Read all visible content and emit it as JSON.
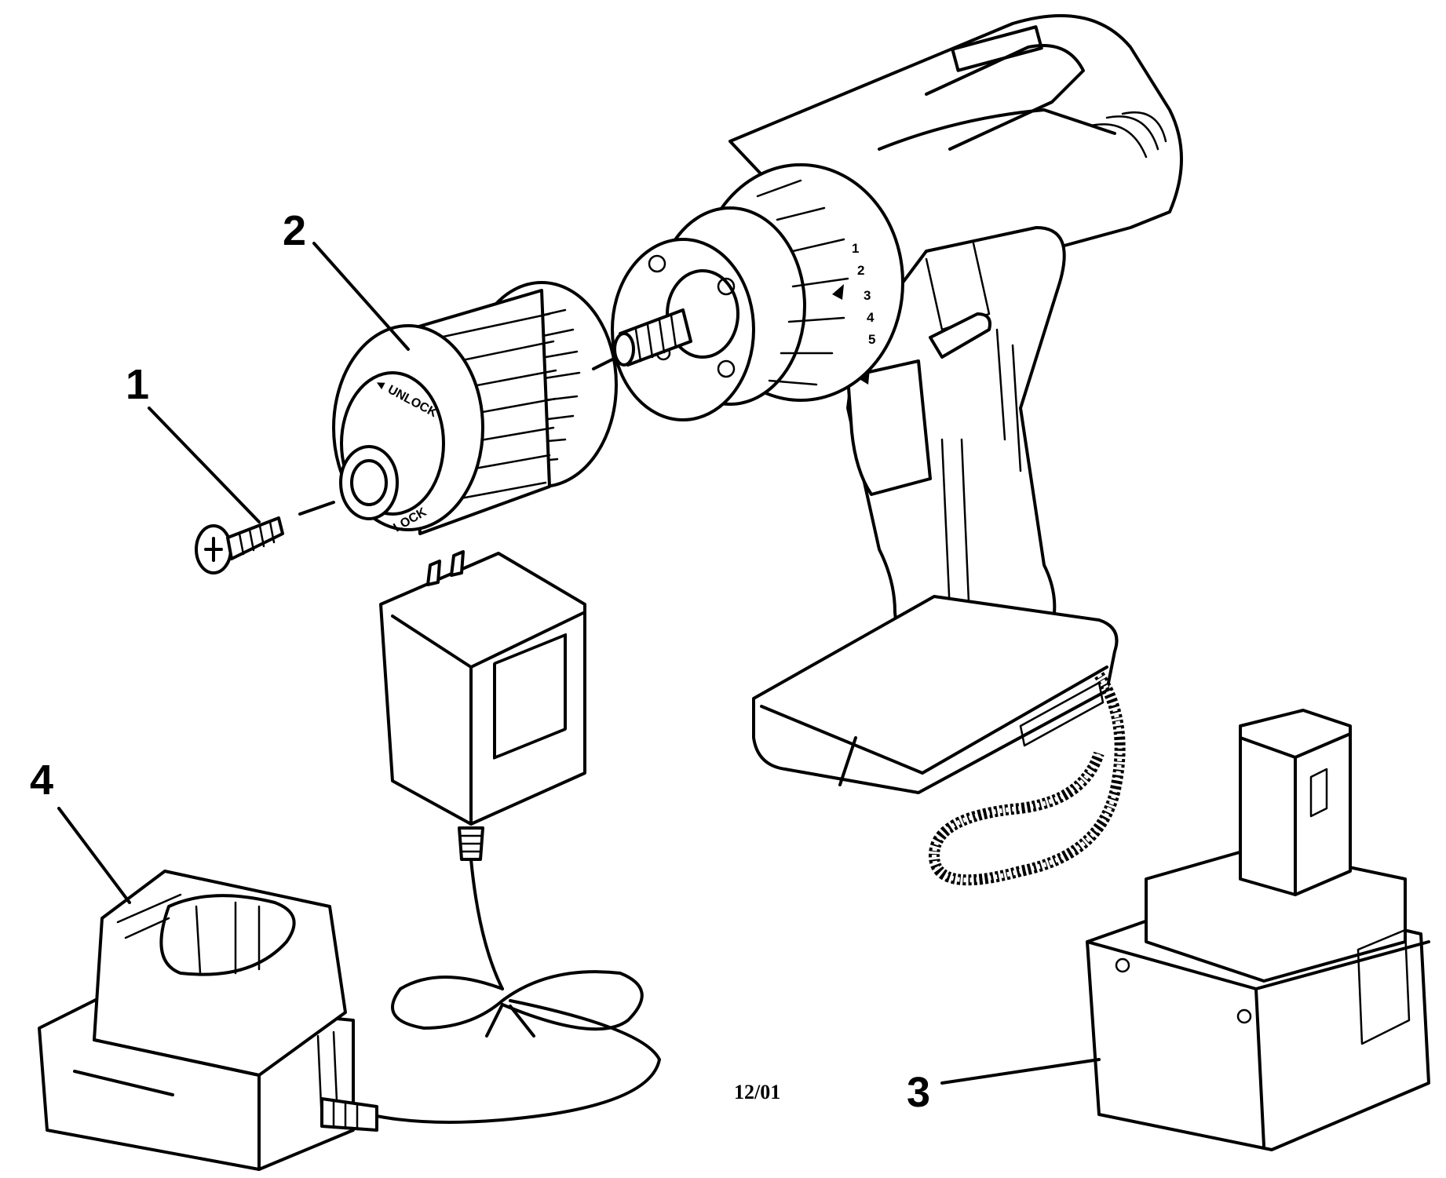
{
  "parts": [
    {
      "number": "1",
      "part": "screw"
    },
    {
      "number": "2",
      "part": "chuck"
    },
    {
      "number": "3",
      "part": "battery"
    },
    {
      "number": "4",
      "part": "charger"
    }
  ],
  "chuck_markings": {
    "unlock": "UNLOCK",
    "lock": "LOCK"
  },
  "clutch_settings": [
    "1",
    "2",
    "3",
    "4",
    "5"
  ],
  "date_code": "12/01"
}
